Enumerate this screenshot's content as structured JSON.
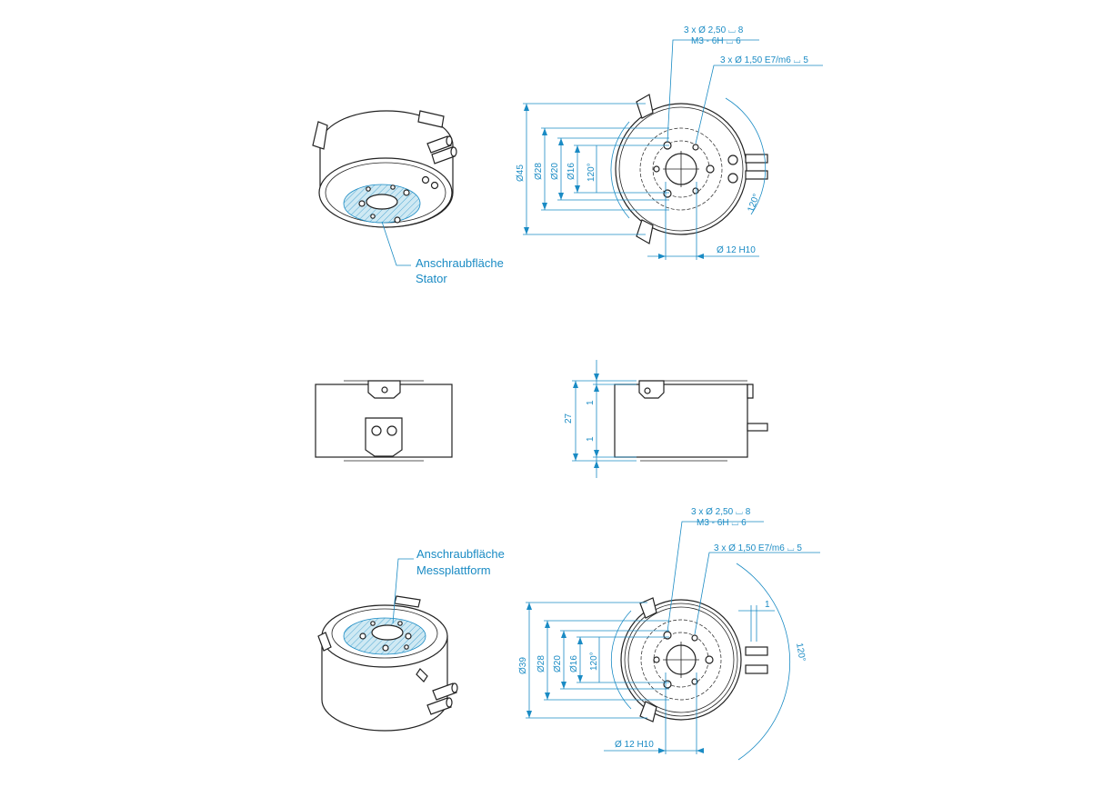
{
  "labels": {
    "stator_line1": "Anschraubfläche",
    "stator_line2": "Stator",
    "platform_line1": "Anschraubfläche",
    "platform_line2": "Messplattform"
  },
  "top_view": {
    "holes_thread": "3 x Ø 2,50 ⌴ 8",
    "thread": "M3 - 6H ⌴ 6",
    "pin_holes": "3 x Ø 1,50 E7/m6 ⌴ 5",
    "d45": "Ø45",
    "d28": "Ø28",
    "d20": "Ø20",
    "d16": "Ø16",
    "angle_a": "120°",
    "angle_b": "120°",
    "bore": "Ø 12 H10"
  },
  "side_view": {
    "height": "27",
    "top_offset": "1",
    "bottom_offset": "1"
  },
  "bottom_view": {
    "holes_thread": "3 x Ø 2,50 ⌴ 8",
    "thread": "M3 - 6H ⌴ 6",
    "pin_holes": "3 x Ø 1,50 E7/m6 ⌴ 5",
    "d39": "Ø39",
    "d28": "Ø28",
    "d20": "Ø20",
    "d16": "Ø16",
    "angle_a": "120°",
    "angle_b": "120°",
    "offset": "1",
    "bore": "Ø 12 H10"
  }
}
